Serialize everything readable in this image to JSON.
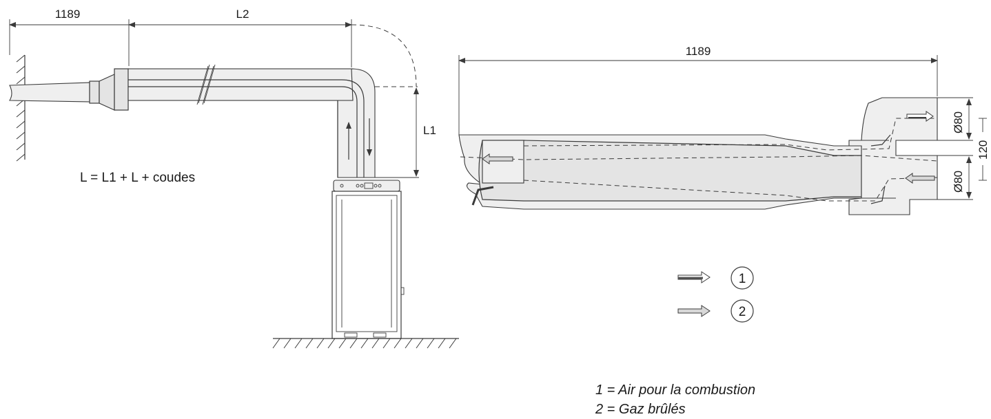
{
  "left_view": {
    "dim_top_left": "1189",
    "dim_top_l2": "L2",
    "dim_side_l1": "L1",
    "formula": "L = L1 + L + coudes"
  },
  "right_view": {
    "dim_length": "1189",
    "dim_top_diameter": "Ø80",
    "dim_bottom_diameter": "Ø80",
    "dim_spacing": "120"
  },
  "legend": {
    "arrow_1_number": "1",
    "arrow_2_number": "2",
    "line_1": "1 = Air pour la combustion",
    "line_2": "2 = Gaz brûlés"
  },
  "colors": {
    "stroke": "#3a3a3a",
    "pipe_fill": "#e4e4e4",
    "arrow_dark": "#555555",
    "arrow_light": "#d8d8d8"
  }
}
